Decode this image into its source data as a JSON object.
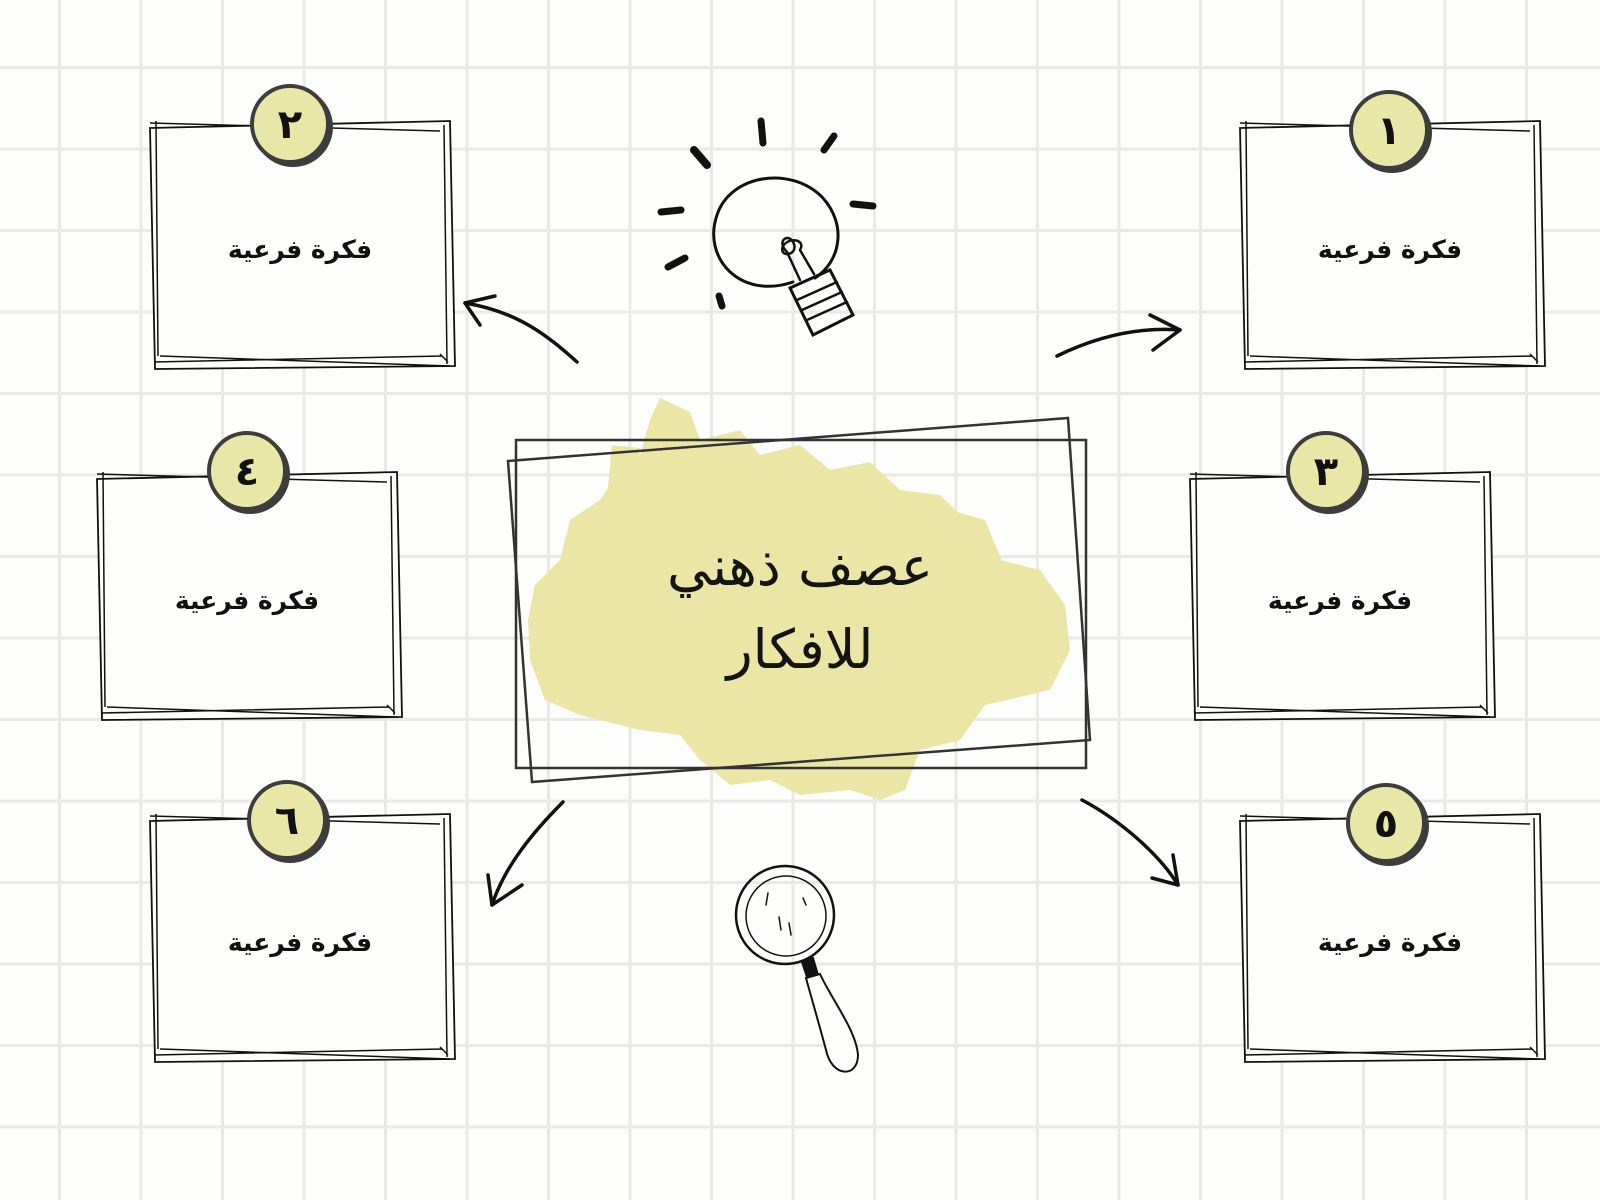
{
  "title": {
    "line1": "عصف ذهني",
    "line2": "للافكار"
  },
  "cards": [
    {
      "number": "١",
      "label": "فكرة فرعية"
    },
    {
      "number": "٢",
      "label": "فكرة فرعية"
    },
    {
      "number": "٣",
      "label": "فكرة فرعية"
    },
    {
      "number": "٤",
      "label": "فكرة فرعية"
    },
    {
      "number": "٥",
      "label": "فكرة فرعية"
    },
    {
      "number": "٦",
      "label": "فكرة فرعية"
    }
  ],
  "colors": {
    "badge_fill": "#e9e7a8",
    "badge_border": "#3d3d3d",
    "brush": "#ebe6a6",
    "ink": "#111111",
    "grid": "#e9e9e5"
  },
  "icons": [
    "lightbulb-icon",
    "magnifying-glass-icon",
    "arrow-icon"
  ]
}
